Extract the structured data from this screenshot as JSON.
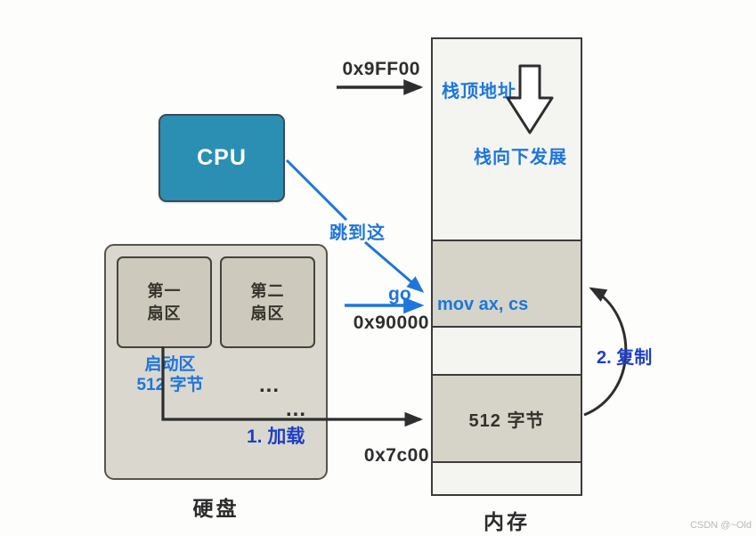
{
  "cpu": {
    "label": "CPU"
  },
  "disk": {
    "label": "硬盘",
    "sector1": "第一\n扇区",
    "sector2": "第二\n扇区",
    "boot_note": "启动区\n512 字节",
    "ellipsis_a": "...",
    "ellipsis_b": "..."
  },
  "memory": {
    "label": "内存",
    "stack_top_text": "栈顶地址",
    "stack_growth_text": "栈向下发展",
    "instruction": "mov ax, cs",
    "boot_block_text": "512 字节",
    "addresses": {
      "stack_top": "0x9FF00",
      "code": "0x90000",
      "boot": "0x7c00"
    }
  },
  "annotations": {
    "jump": "跳到这",
    "go": "go",
    "step1": "1. 加载",
    "step2": "2. 复制"
  },
  "colors": {
    "accent_blue": "#1d76db",
    "step_blue": "#1d3fc4",
    "cpu_fill": "#2b8fb4",
    "memory_block_gray": "#d6d4c8",
    "memory_block_light": "#f4f4f1",
    "ink": "#2e2e2e"
  },
  "watermark": "CSDN @~Old"
}
